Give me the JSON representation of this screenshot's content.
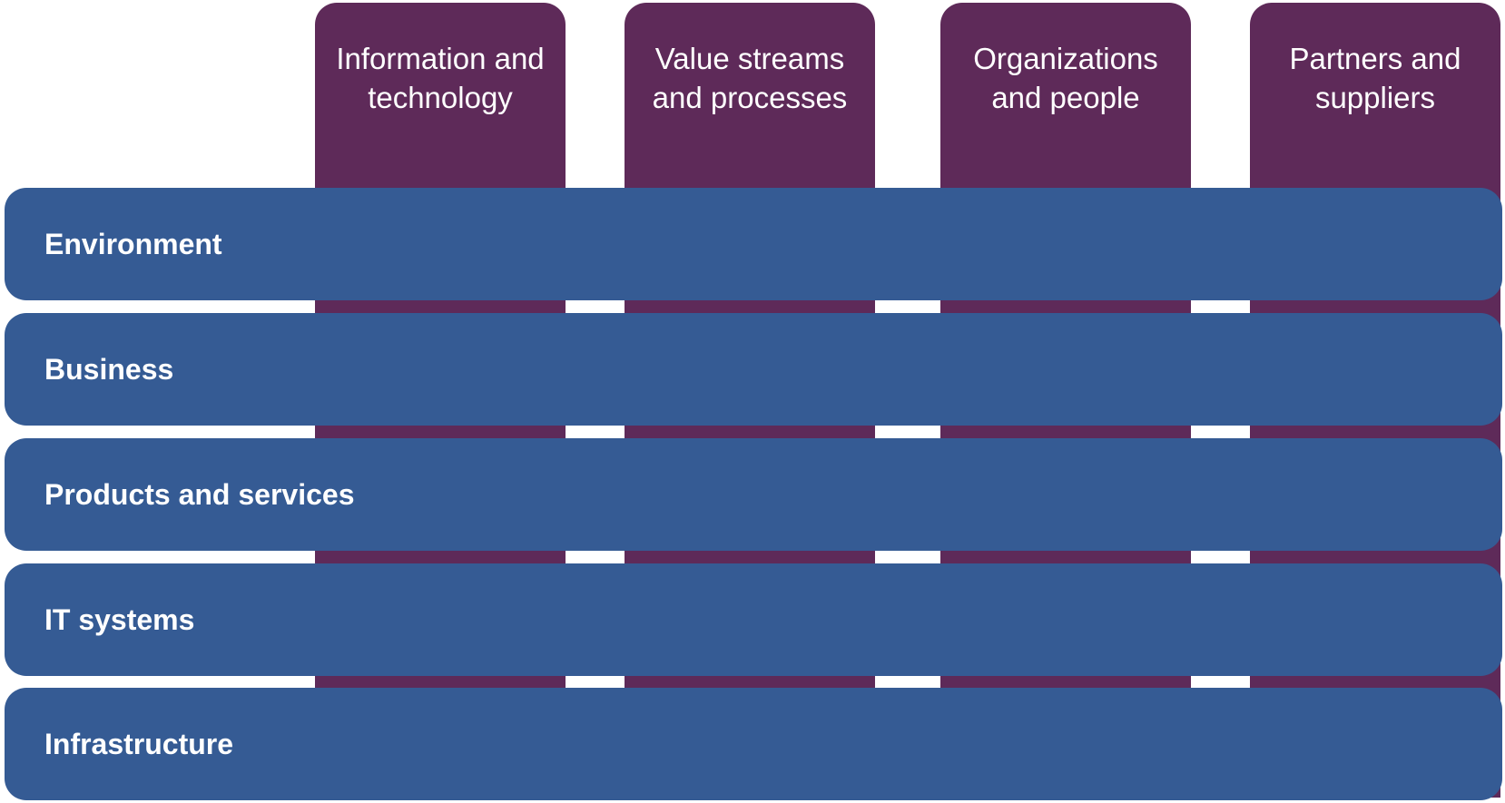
{
  "colors": {
    "column_fill": "#5e2a59",
    "row_fill": "#355b94",
    "text": "#ffffff",
    "background": "#ffffff"
  },
  "columns": [
    {
      "label": "Information and\ntechnology"
    },
    {
      "label": "Value streams\nand processes"
    },
    {
      "label": "Organizations\nand people"
    },
    {
      "label": "Partners and\nsuppliers"
    }
  ],
  "rows": [
    {
      "label": "Environment"
    },
    {
      "label": "Business"
    },
    {
      "label": "Products and services"
    },
    {
      "label": "IT systems"
    },
    {
      "label": "Infrastructure"
    }
  ]
}
